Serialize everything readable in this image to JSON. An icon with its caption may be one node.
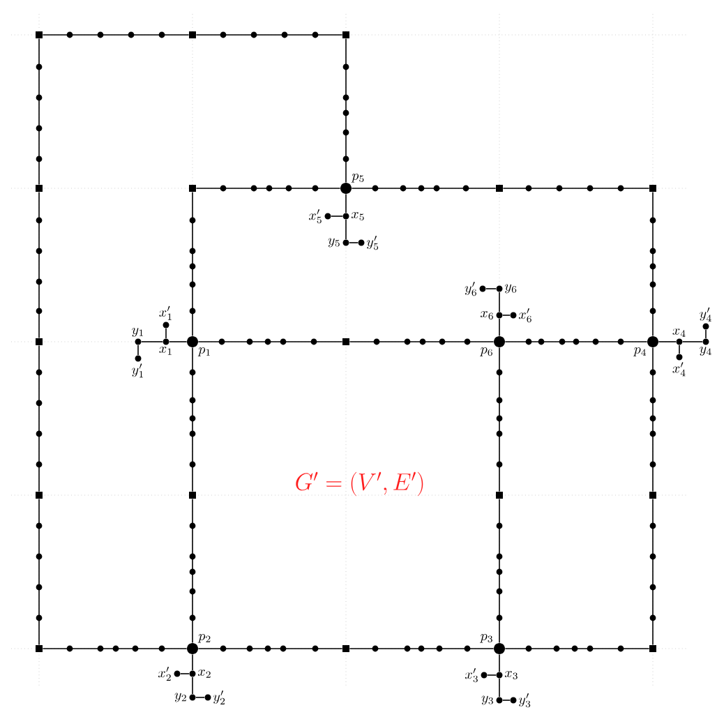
{
  "diagram": {
    "nodes": [
      {
        "text": [
          "p_1"
        ]
      },
      {
        "text": [
          "p_2"
        ]
      },
      {
        "text": [
          "p_3"
        ]
      },
      {
        "text": [
          "p_4"
        ]
      },
      {
        "text": [
          "p_5"
        ]
      },
      {
        "text": [
          "p_6"
        ]
      },
      {
        "text": [
          "x_1"
        ]
      },
      {
        "text": [
          "x'_1"
        ]
      },
      {
        "text": [
          "y_1"
        ]
      },
      {
        "text": [
          "y'_1"
        ]
      },
      {
        "text": [
          "x_2"
        ]
      },
      {
        "text": [
          "x'_2"
        ]
      },
      {
        "text": [
          "y_2"
        ]
      },
      {
        "text": [
          "y'_2"
        ]
      },
      {
        "text": [
          "x_3"
        ]
      },
      {
        "text": [
          "x'_3"
        ]
      },
      {
        "text": [
          "y_3"
        ]
      },
      {
        "text": [
          "y'_3"
        ]
      },
      {
        "text": [
          "x_4"
        ]
      },
      {
        "text": [
          "x'_4"
        ]
      },
      {
        "text": [
          "y_4"
        ]
      },
      {
        "text": [
          "y'_4"
        ]
      },
      {
        "text": [
          "x_5"
        ]
      },
      {
        "text": [
          "x'_5"
        ]
      },
      {
        "text": [
          "y_5"
        ]
      },
      {
        "text": [
          "y'_5"
        ]
      },
      {
        "text": [
          "x_6"
        ]
      },
      {
        "text": [
          "x'_6"
        ]
      },
      {
        "text": [
          "y_6"
        ]
      },
      {
        "text": [
          "y'_6"
        ]
      },
      {
        "text": [],
        "shape": "box"
      },
      {
        "text": [],
        "shape": "box"
      },
      {
        "text": [],
        "shape": "box"
      },
      {
        "text": [],
        "shape": "box"
      },
      {
        "text": [],
        "shape": "box"
      },
      {
        "text": [],
        "shape": "box"
      },
      {
        "text": [],
        "shape": "box"
      },
      {
        "text": [],
        "shape": "box"
      },
      {
        "text": [],
        "shape": "box"
      },
      {
        "text": [],
        "shape": "box"
      },
      {
        "text": [],
        "shape": "box"
      },
      {
        "text": [],
        "shape": "box"
      },
      {
        "text": [],
        "shape": "box"
      },
      {
        "text": [],
        "shape": "box"
      },
      {
        "text": [],
        "shape": "box"
      },
      {
        "text": [],
        "shape": "box"
      }
    ],
    "edges": [
      {
        "from": 30,
        "to": 31,
        "arrow": "none"
      },
      {
        "from": 31,
        "to": 32,
        "arrow": "none"
      },
      {
        "from": 32,
        "to": 4,
        "arrow": "none"
      },
      {
        "from": 30,
        "to": 33,
        "arrow": "none"
      },
      {
        "from": 33,
        "to": 37,
        "arrow": "none"
      },
      {
        "from": 37,
        "to": 39,
        "arrow": "none"
      },
      {
        "from": 39,
        "to": 43,
        "arrow": "none"
      },
      {
        "from": 34,
        "to": 0,
        "arrow": "none"
      },
      {
        "from": 0,
        "to": 40,
        "arrow": "none"
      },
      {
        "from": 40,
        "to": 1,
        "arrow": "none"
      },
      {
        "from": 34,
        "to": 4,
        "arrow": "none"
      },
      {
        "from": 4,
        "to": 35,
        "arrow": "none"
      },
      {
        "from": 35,
        "to": 36,
        "arrow": "none"
      },
      {
        "from": 36,
        "to": 3,
        "arrow": "none"
      },
      {
        "from": 3,
        "to": 42,
        "arrow": "none"
      },
      {
        "from": 42,
        "to": 45,
        "arrow": "none"
      },
      {
        "from": 0,
        "to": 38,
        "arrow": "none"
      },
      {
        "from": 38,
        "to": 5,
        "arrow": "none"
      },
      {
        "from": 5,
        "to": 3,
        "arrow": "none"
      },
      {
        "from": 5,
        "to": 41,
        "arrow": "none"
      },
      {
        "from": 41,
        "to": 2,
        "arrow": "none"
      },
      {
        "from": 43,
        "to": 1,
        "arrow": "none"
      },
      {
        "from": 1,
        "to": 44,
        "arrow": "none"
      },
      {
        "from": 44,
        "to": 2,
        "arrow": "none"
      },
      {
        "from": 2,
        "to": 45,
        "arrow": "none"
      },
      {
        "from": 0,
        "to": 6,
        "arrow": "none"
      },
      {
        "from": 6,
        "to": 7,
        "arrow": "none"
      },
      {
        "from": 6,
        "to": 8,
        "arrow": "none"
      },
      {
        "from": 8,
        "to": 9,
        "arrow": "none"
      },
      {
        "from": 1,
        "to": 10,
        "arrow": "none"
      },
      {
        "from": 10,
        "to": 11,
        "arrow": "none"
      },
      {
        "from": 10,
        "to": 12,
        "arrow": "none"
      },
      {
        "from": 12,
        "to": 13,
        "arrow": "none"
      },
      {
        "from": 2,
        "to": 14,
        "arrow": "none"
      },
      {
        "from": 14,
        "to": 15,
        "arrow": "none"
      },
      {
        "from": 14,
        "to": 16,
        "arrow": "none"
      },
      {
        "from": 16,
        "to": 17,
        "arrow": "none"
      },
      {
        "from": 3,
        "to": 18,
        "arrow": "none"
      },
      {
        "from": 18,
        "to": 19,
        "arrow": "none"
      },
      {
        "from": 18,
        "to": 20,
        "arrow": "none"
      },
      {
        "from": 20,
        "to": 21,
        "arrow": "none"
      },
      {
        "from": 4,
        "to": 22,
        "arrow": "none"
      },
      {
        "from": 22,
        "to": 23,
        "arrow": "none"
      },
      {
        "from": 22,
        "to": 24,
        "arrow": "none"
      },
      {
        "from": 24,
        "to": 25,
        "arrow": "none"
      },
      {
        "from": 5,
        "to": 26,
        "arrow": "none"
      },
      {
        "from": 26,
        "to": 27,
        "arrow": "none"
      },
      {
        "from": 26,
        "to": 28,
        "arrow": "none"
      },
      {
        "from": 28,
        "to": 29,
        "arrow": "none"
      }
    ],
    "labels": [
      "G' = (V', E')"
    ]
  }
}
